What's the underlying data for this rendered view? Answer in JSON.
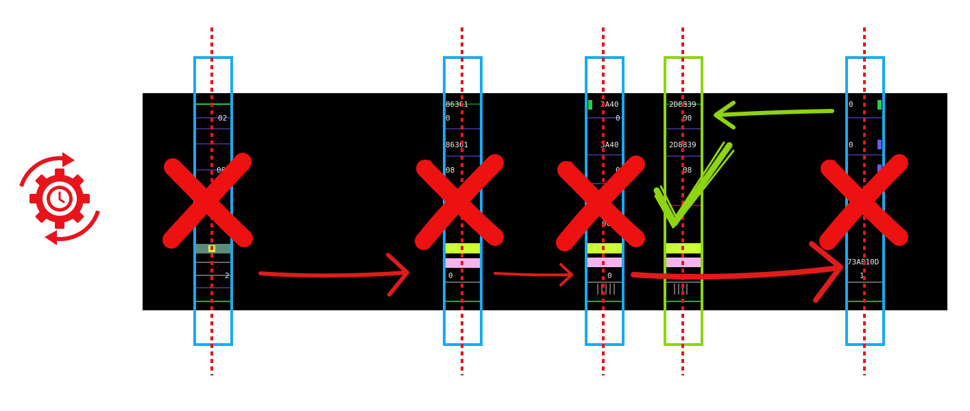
{
  "colors": {
    "background": "#ffffff",
    "waveform_bg": "#000000",
    "window_rejected": "#18aaf0",
    "window_accepted": "#8ed40f",
    "marker_line": "#e8141c",
    "cross_mark": "#ee1111",
    "check_mark": "#8ed40f",
    "arrow_red": "#e01b1b",
    "arrow_green": "#8ed40f",
    "icon_red": "#e8141c"
  },
  "icons": {
    "restart_clock": "gear-clock-refresh-icon"
  },
  "samples": [
    {
      "id": "s1",
      "status": "rejected",
      "labels": [
        "02",
        "08",
        "2"
      ]
    },
    {
      "id": "s2",
      "status": "rejected",
      "labels": [
        "86361",
        "0",
        "86361",
        "08",
        "0"
      ]
    },
    {
      "id": "s3",
      "status": "rejected",
      "labels": [
        "3A40",
        "0",
        "3A40",
        "0",
        "00",
        "0"
      ]
    },
    {
      "id": "s4",
      "status": "accepted",
      "labels": [
        "2D8839",
        "00",
        "2D8839",
        "08"
      ]
    },
    {
      "id": "s5",
      "status": "rejected",
      "labels": [
        "0",
        "0",
        "73A810D",
        "1"
      ]
    }
  ]
}
